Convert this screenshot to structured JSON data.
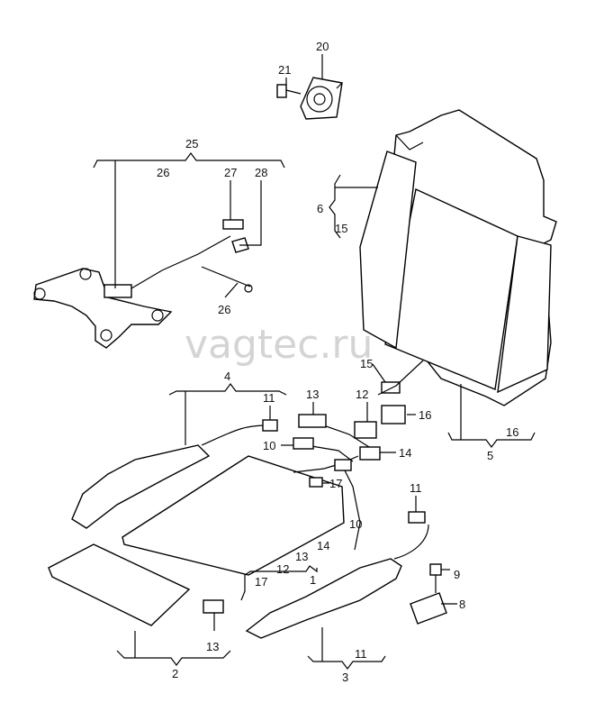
{
  "watermark": "vagtec.ru",
  "callouts": {
    "c1": "1",
    "c2": "2",
    "c3": "3",
    "c4": "4",
    "c5": "5",
    "c6": "6",
    "c8": "8",
    "c9": "9",
    "c10a": "10",
    "c10b": "10",
    "c11a": "11",
    "c11b": "11",
    "c11c": "11",
    "c12a": "12",
    "c12b": "12",
    "c13a": "13",
    "c13b": "13",
    "c13c": "13",
    "c14a": "14",
    "c14b": "14",
    "c15a": "15",
    "c15b": "15",
    "c16a": "16",
    "c16b": "16",
    "c17a": "17",
    "c17b": "17",
    "c20": "20",
    "c21": "21",
    "c25": "25",
    "c26a": "26",
    "c26b": "26",
    "c27": "27",
    "c28": "28"
  }
}
